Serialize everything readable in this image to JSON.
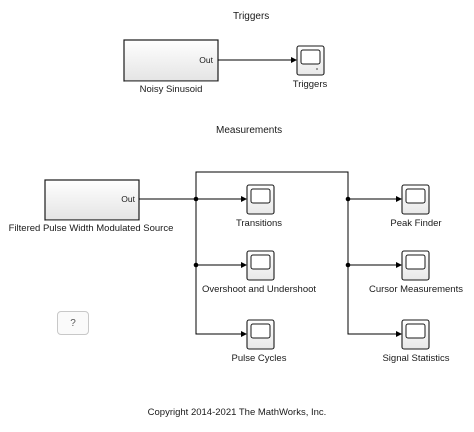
{
  "headings": {
    "triggers": "Triggers",
    "measurements": "Measurements"
  },
  "blocks": {
    "noisy_sinusoid": {
      "label": "Noisy Sinusoid",
      "port": "Out"
    },
    "triggers_scope": {
      "label": "Triggers"
    },
    "pwm_source": {
      "label": "Filtered Pulse Width Modulated Source",
      "port": "Out"
    },
    "transitions_scope": {
      "label": "Transitions"
    },
    "overshoot_scope": {
      "label": "Overshoot and Undershoot"
    },
    "pulse_cycles_scope": {
      "label": "Pulse Cycles"
    },
    "peak_finder_scope": {
      "label": "Peak Finder"
    },
    "cursor_scope": {
      "label": "Cursor Measurements"
    },
    "signal_stats_scope": {
      "label": "Signal Statistics"
    }
  },
  "help_button": {
    "label": "?"
  },
  "footer": {
    "copyright": "Copyright 2014-2021 The MathWorks, Inc."
  },
  "colors": {
    "block_fill_top": "#ffffff",
    "block_fill_bottom": "#e6e6e6",
    "line": "#000000",
    "scope_screen": "#ffffff"
  }
}
